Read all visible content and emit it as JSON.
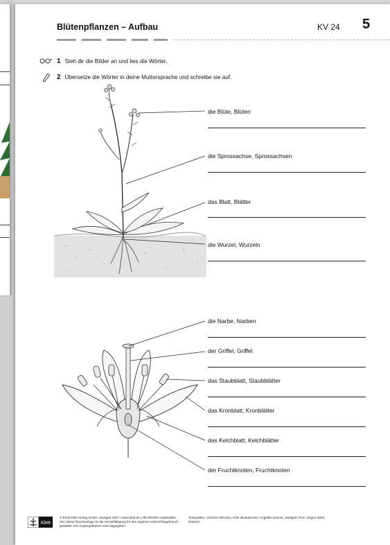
{
  "header": {
    "title": "Blütenpflanzen – Aufbau",
    "worksheet_code": "KV 24",
    "page_number": "5"
  },
  "tasks": [
    {
      "number": "1",
      "text": "Sieh dir die Bilder an und lies die Wörter.",
      "icon": "glasses-icon"
    },
    {
      "number": "2",
      "text": "Übersetze die Wörter in deine Muttersprache und schreibe sie auf.",
      "icon": "pencil-icon"
    }
  ],
  "plant_labels": [
    "die Blüte, Blüten",
    "die Sprossachse, Sprossachsen",
    "das Blatt, Blätter",
    "die Wurzel, Wurzeln"
  ],
  "flower_labels": [
    "die Narbe, Narben",
    "der Griffel, Griffel",
    "das Staubblatt, Staubblätter",
    "das Kronblatt, Kronblätter",
    "das Kelchblatt, Kelchblätter",
    "der Fruchtknoten, Fruchtknoten"
  ],
  "footer": {
    "logo_text": "Klett",
    "copyright": "© Ernst Klett Verlag GmbH, Stuttgart 2017 | www.klett.de | Alle Rechte vorbehalten. Von dieser Druckvorlage ist die Vervielfältigung für den eigenen Unterrichtsgebrauch gestattet. Die Kopiergebühren sind abgegolten.",
    "sources": "Textquellen: Victoria Hellmann, Köln Illustrationen: Angelika Kramer, Stuttgart; Prof. Jürgen Wirth, Dreieich"
  }
}
